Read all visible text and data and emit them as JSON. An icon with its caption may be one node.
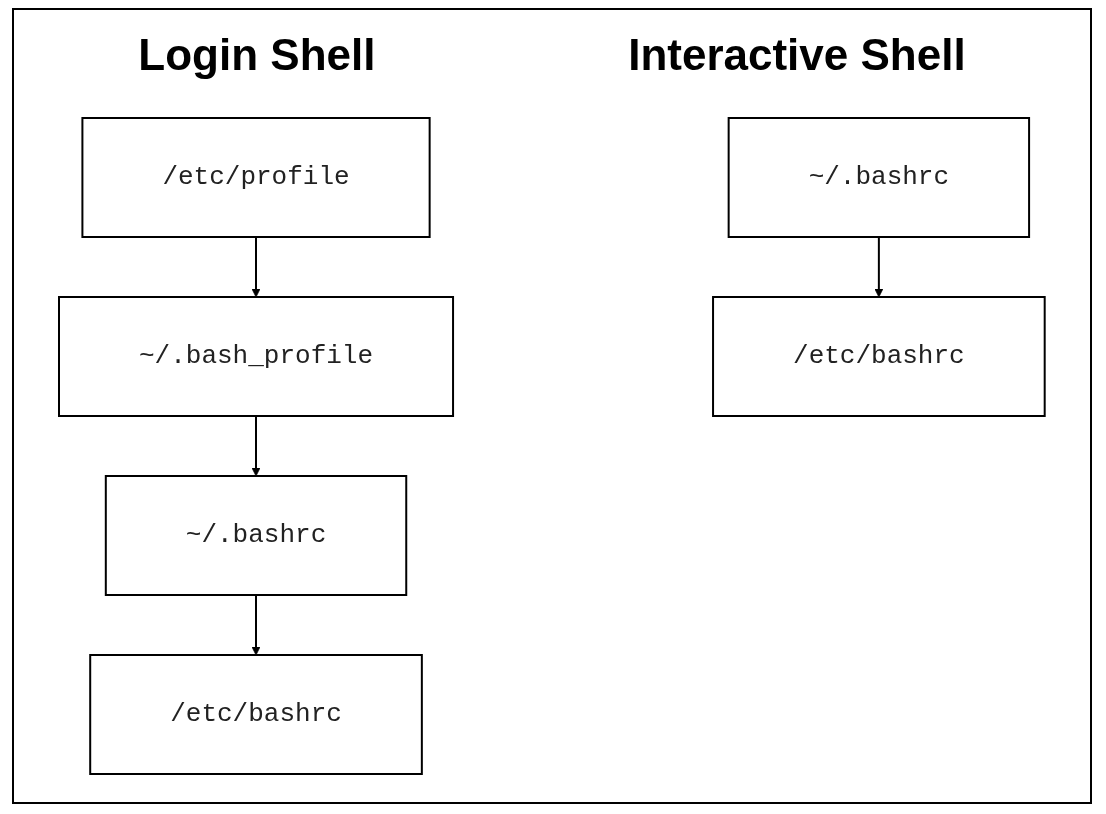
{
  "diagram": {
    "nodes": [
      {
        "text": [
          "/etc/profile"
        ]
      },
      {
        "text": [
          "~/.bash_profile"
        ]
      },
      {
        "text": [
          "~/.bashrc"
        ]
      },
      {
        "text": [
          "/etc/bashrc"
        ]
      },
      {
        "text": [
          "~/.bashrc"
        ]
      },
      {
        "text": [
          "/etc/bashrc"
        ]
      }
    ],
    "edges": [
      {
        "from": 0,
        "to": 1,
        "arrow": "to"
      },
      {
        "from": 1,
        "to": 2,
        "arrow": "to"
      },
      {
        "from": 2,
        "to": 3,
        "arrow": "to"
      },
      {
        "from": 4,
        "to": 5,
        "arrow": "to"
      }
    ],
    "labels": [
      "Login Shell",
      "Interactive Shell"
    ]
  }
}
